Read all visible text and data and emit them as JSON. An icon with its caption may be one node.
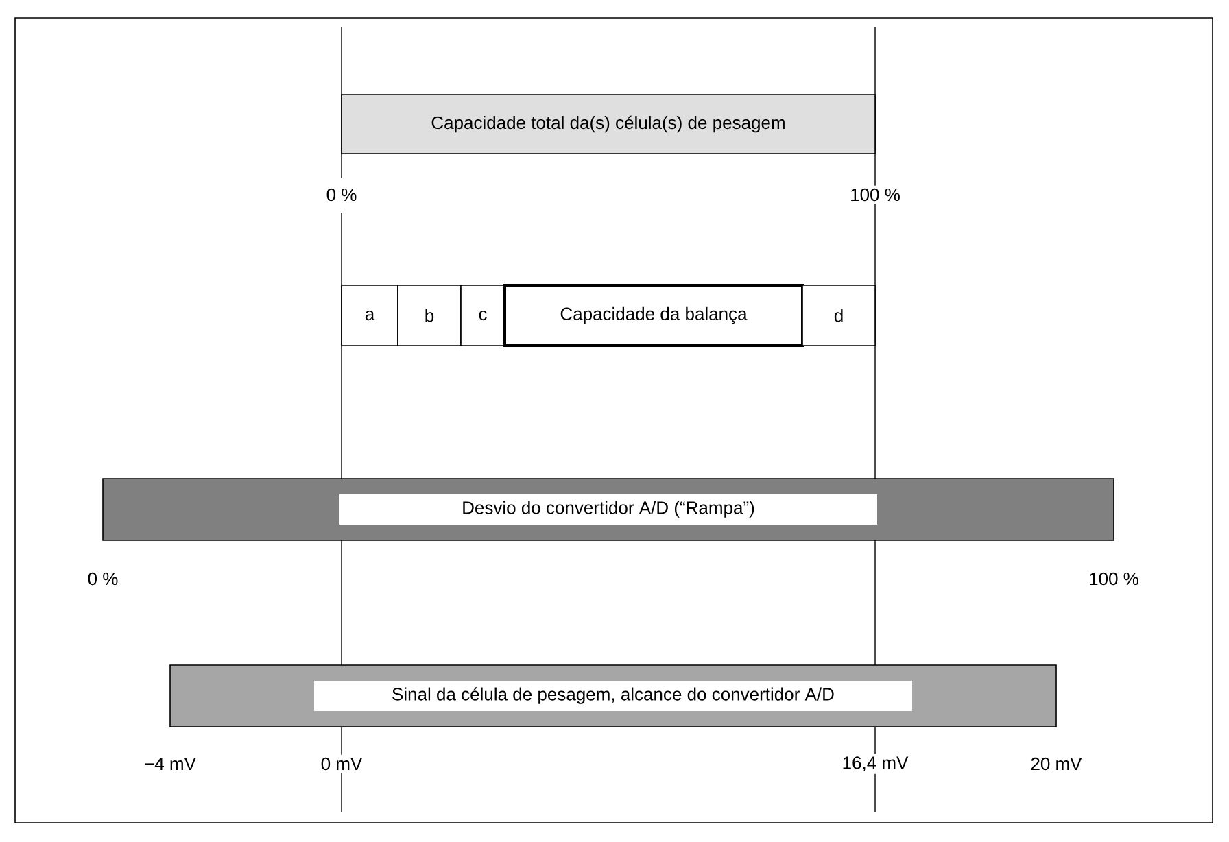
{
  "diagram": {
    "nodes": [
      {
        "text": [
          "Capacidade total da(s) célula(s) de pesagem"
        ]
      },
      {
        "text": [
          "a"
        ]
      },
      {
        "text": [
          "b"
        ]
      },
      {
        "text": [
          "c"
        ]
      },
      {
        "text": [
          "Capacidade da balança"
        ]
      },
      {
        "text": [
          "d"
        ]
      },
      {
        "text": [
          "Desvio do convertidor A/D (“Rampa”)"
        ]
      },
      {
        "text": [
          "Sinal da célula de pesagem, alcance do convertidor A/D"
        ]
      }
    ],
    "labels": [
      "0 %",
      "100 %",
      "0 %",
      "100 %",
      "−4 mV",
      "0 mV",
      "16,4 mV",
      "20 mV"
    ]
  }
}
